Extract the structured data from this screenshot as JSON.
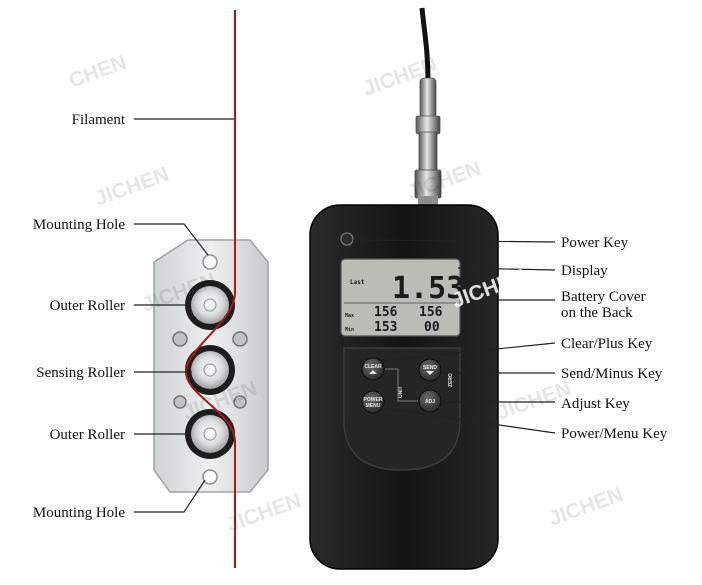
{
  "labels": {
    "filament": "Filament",
    "mounting_hole_top": "Mounting Hole",
    "outer_roller_top": "Outer Roller",
    "sensing_roller": "Sensing Roller",
    "outer_roller_bottom": "Outer Roller",
    "mounting_hole_bottom": "Mounting Hole",
    "power_key": "Power Key",
    "display": "Display",
    "battery_cover_line1": "Battery Cover",
    "battery_cover_line2": "on the Back",
    "clear_plus_key": "Clear/Plus Key",
    "send_minus_key": "Send/Minus Key",
    "adjust_key": "Adjust Key",
    "power_menu_key": "Power/Menu Key"
  },
  "display": {
    "label_last": "Last",
    "main_value": "1.53",
    "label_max": "Max",
    "max_value_left": "156",
    "max_value_right": "156",
    "label_min": "Min",
    "min_value_left": "153",
    "min_value_right": "00"
  },
  "keys": {
    "clear": "CLEAR",
    "send": "SEND",
    "adj": "ADJ",
    "power_menu_line1": "POWER",
    "power_menu_line2": "MENU",
    "unit_side": "UNIT",
    "zero_side": "ZERO"
  },
  "watermark": {
    "brand": "JICHEN",
    "partial": "CHEN"
  },
  "colors": {
    "filament": "#b01818",
    "device_body": "#161616",
    "lcd": "#b9bdb6",
    "key": "#3a3a3a"
  }
}
